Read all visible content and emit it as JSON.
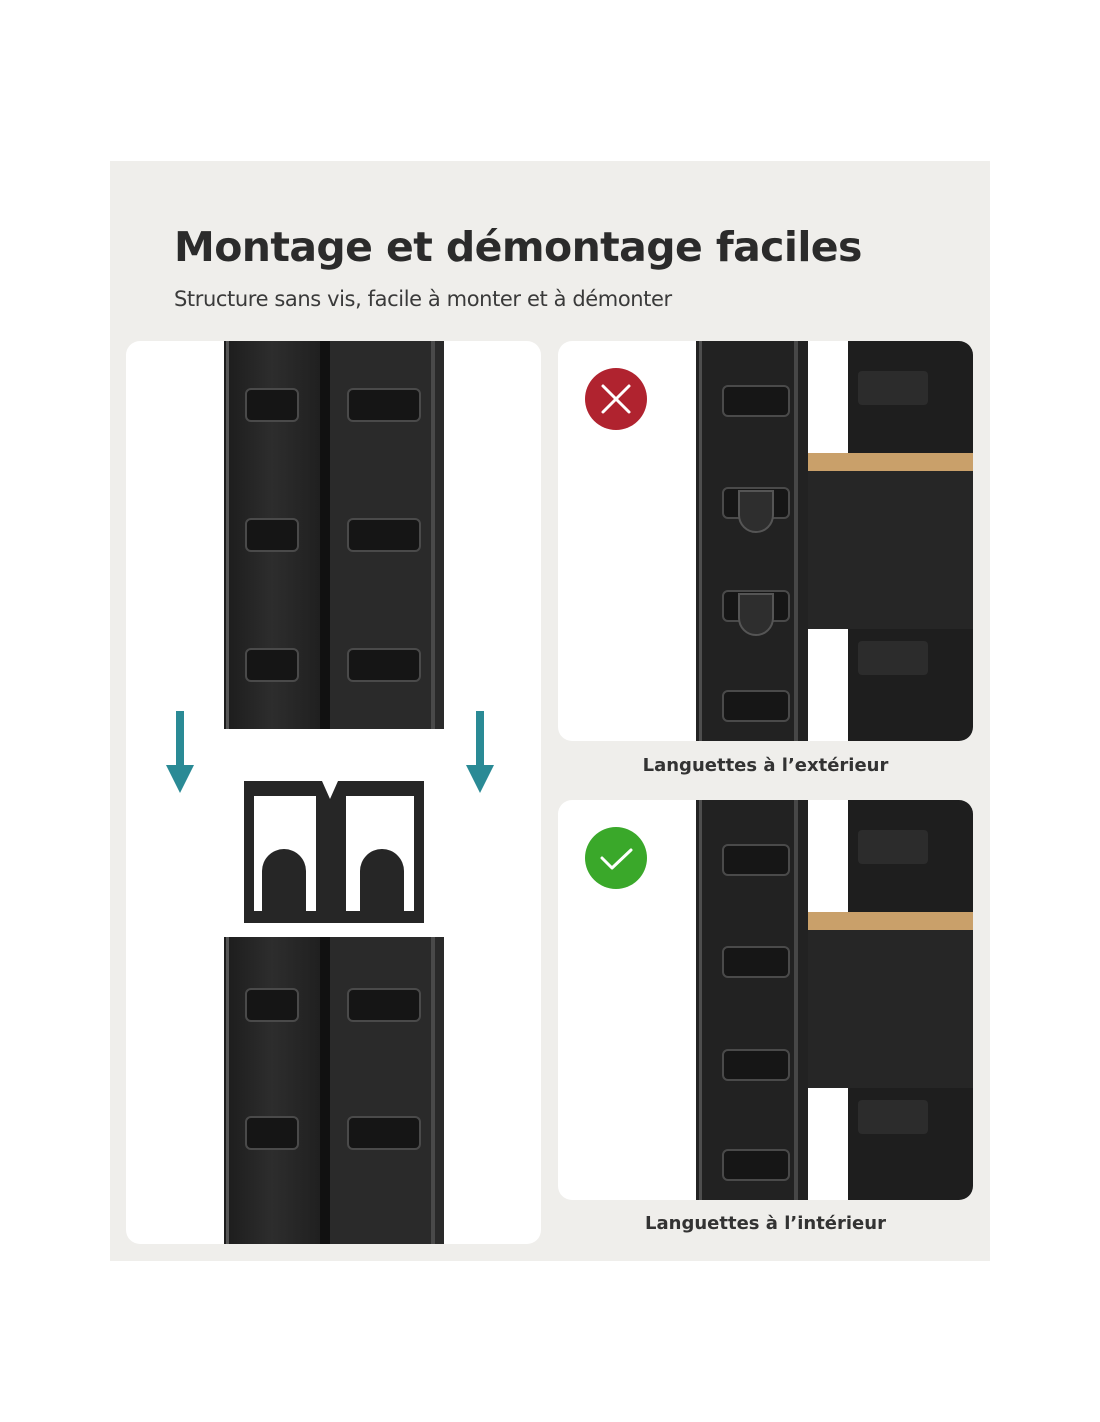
{
  "title": "Montage et démontage faciles",
  "subtitle": "Structure sans vis, facile à monter et à démonter",
  "captions": {
    "wrong": "Languettes à l’extérieur",
    "right": "Languettes à l’intérieur"
  },
  "icons": {
    "wrong": "cross-icon",
    "right": "check-icon",
    "arrows": "arrow-down-icon"
  },
  "colors": {
    "background": "#efeeeb",
    "wrong_badge": "#b0232f",
    "right_badge": "#3aa82a",
    "arrow": "#2a8a95",
    "metal": "#252525",
    "wood": "#c9a06a"
  }
}
